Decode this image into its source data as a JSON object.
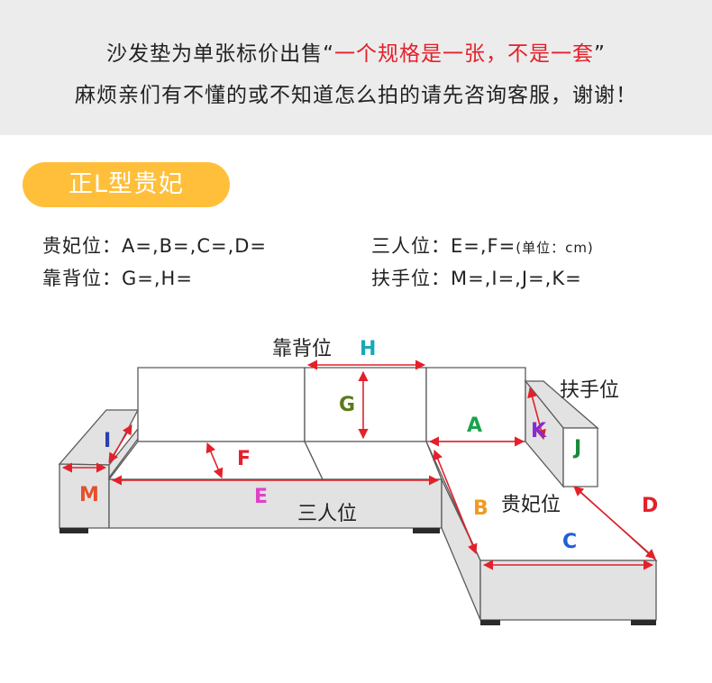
{
  "notice": {
    "line1_prefix": "沙发垫为单张标价出售",
    "line1_quote_open": "“",
    "line1_highlight": "一个规格是一张，不是一套",
    "line1_quote_close": "”",
    "line2": "麻烦亲们有不懂的或不知道怎么拍的请先咨询客服，谢谢！"
  },
  "badge": {
    "label": "正L型贵妃"
  },
  "specs": {
    "row1_left": "贵妃位：A=,B=,C=,D=",
    "row1_right": "三人位：E=,F=",
    "row1_right_unit": "(单位：cm)",
    "row2_left": "靠背位：G=,H=",
    "row2_right": "扶手位：M=,I=,J=,K="
  },
  "diagram": {
    "labels": {
      "backrest": "靠背位",
      "armrest": "扶手位",
      "chaise": "贵妃位",
      "three_seat": "三人位"
    },
    "letters": {
      "A": "A",
      "B": "B",
      "C": "C",
      "D": "D",
      "E": "E",
      "F": "F",
      "G": "G",
      "H": "H",
      "I": "I",
      "J": "J",
      "K": "K",
      "M": "M"
    },
    "colors": {
      "arrow": "#e4202a",
      "A": "#1aa34a",
      "B": "#f29a1f",
      "C": "#1f5fd6",
      "D": "#e4202a",
      "E": "#e040c8",
      "F": "#e4202a",
      "G": "#5a7a1a",
      "H": "#1aa7b8",
      "I": "#2a3fb0",
      "J": "#1a8a3a",
      "K": "#8a2ad0",
      "M": "#e4502a",
      "sofa_fill": "#e2e2e2",
      "sofa_face": "#ffffff",
      "sofa_line": "#5a5a5a",
      "badge": "#ffbf3a",
      "notice_bg": "#ececec"
    }
  }
}
